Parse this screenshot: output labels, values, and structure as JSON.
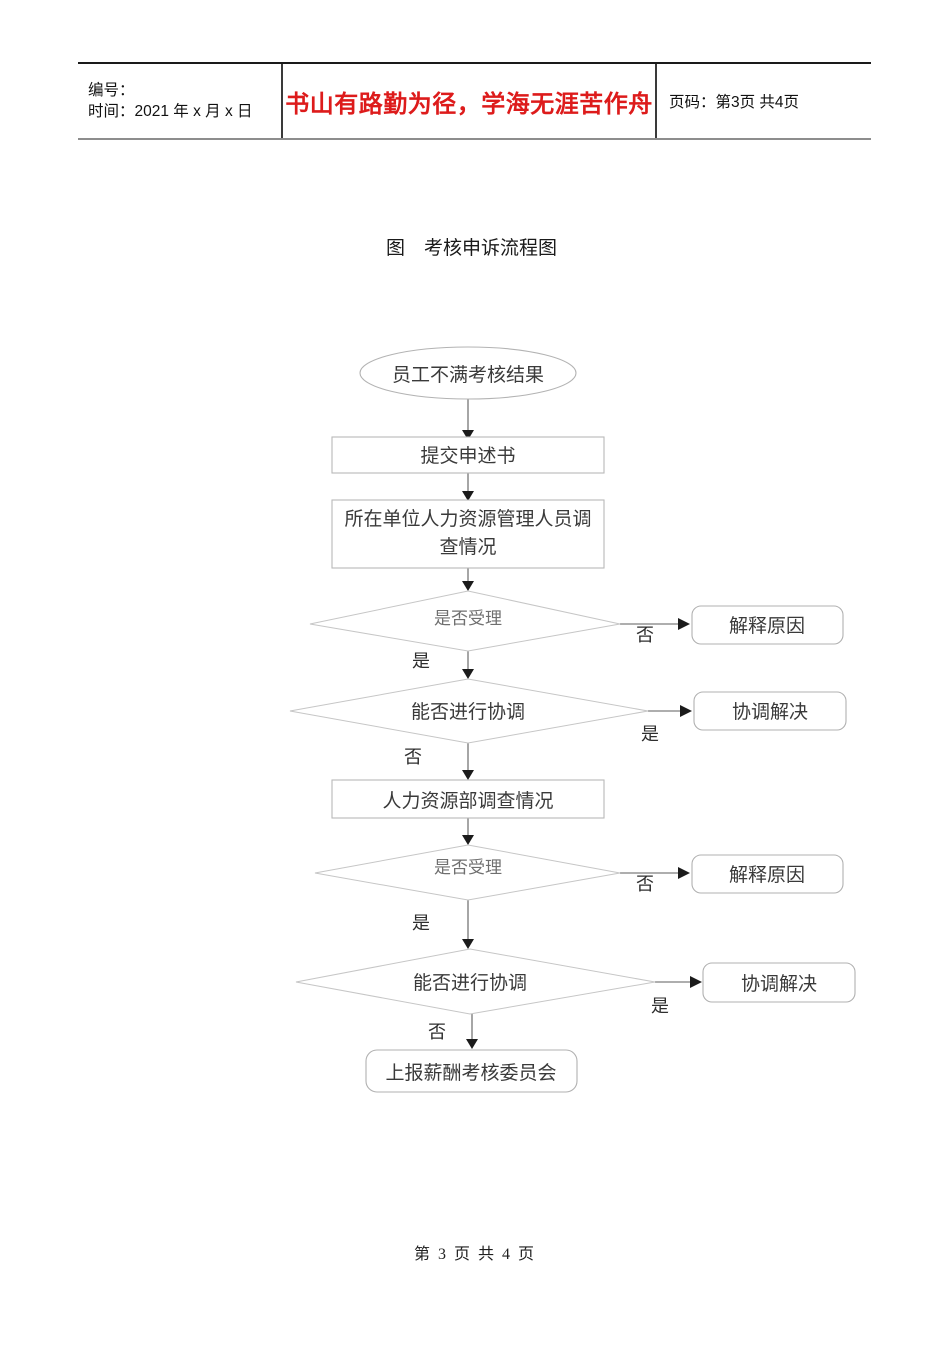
{
  "header": {
    "left": {
      "number_label": "编号：",
      "time_label": "时间：2021 年 x 月 x 日"
    },
    "center": {
      "slogan": "书山有路勤为径，学海无涯苦作舟"
    },
    "right": {
      "page_label": "页码：第3页 共4页"
    }
  },
  "figure": {
    "title": "图　考核申诉流程图"
  },
  "flowchart": {
    "nodes": [
      {
        "id": "start",
        "shape": "ellipse",
        "label": "员工不满考核结果"
      },
      {
        "id": "submit",
        "shape": "rect",
        "label": "提交申述书"
      },
      {
        "id": "unit-hr",
        "shape": "rect",
        "label_line1": "所在单位人力资源管理人员调",
        "label_line2": "查情况"
      },
      {
        "id": "accept-1",
        "shape": "diamond",
        "label": "是否受理"
      },
      {
        "id": "explain-1",
        "shape": "round",
        "label": "解释原因"
      },
      {
        "id": "coord-1",
        "shape": "diamond",
        "label": "能否进行协调"
      },
      {
        "id": "resolve-1",
        "shape": "round",
        "label": "协调解决"
      },
      {
        "id": "hr-dept",
        "shape": "rect",
        "label": "人力资源部调查情况"
      },
      {
        "id": "accept-2",
        "shape": "diamond",
        "label": "是否受理"
      },
      {
        "id": "explain-2",
        "shape": "round",
        "label": "解释原因"
      },
      {
        "id": "coord-2",
        "shape": "diamond",
        "label": "能否进行协调"
      },
      {
        "id": "resolve-2",
        "shape": "round",
        "label": "协调解决"
      },
      {
        "id": "committee",
        "shape": "round",
        "label": "上报薪酬考核委员会"
      }
    ],
    "edge_labels": {
      "accept_1_no": "否",
      "accept_1_yes": "是",
      "coord_1_yes": "是",
      "coord_1_no": "否",
      "accept_2_no": "否",
      "accept_2_yes": "是",
      "coord_2_yes": "是",
      "coord_2_no": "否"
    }
  },
  "footer": {
    "page_text": "第 3 页 共 4 页"
  },
  "colors": {
    "slogan_red": "#dd1b1b",
    "shape_stroke": "#b9b9b9",
    "edge_stroke": "#5c5c5c",
    "text": "#3a3a3a"
  }
}
